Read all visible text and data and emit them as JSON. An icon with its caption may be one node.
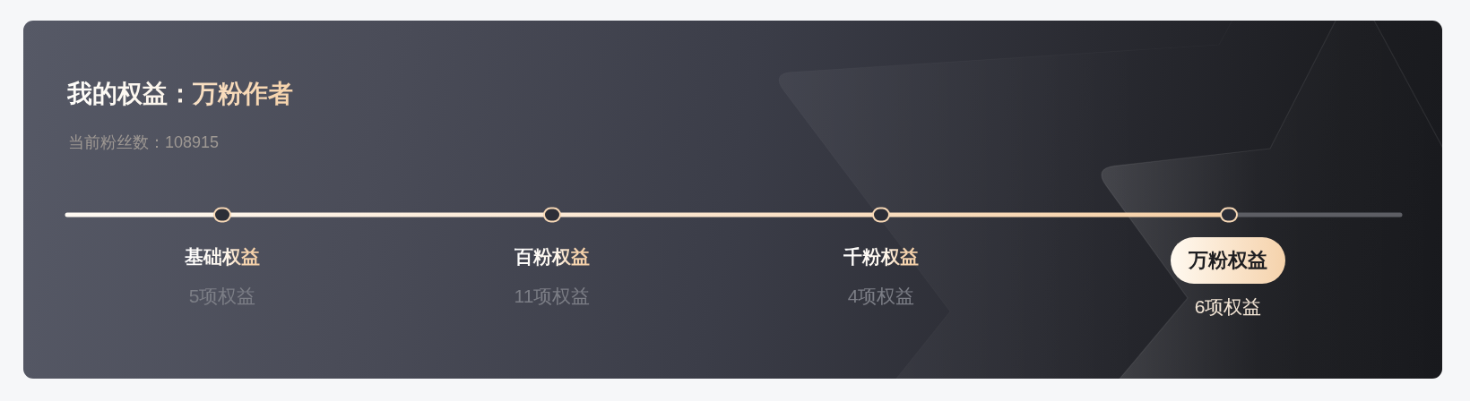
{
  "diagram": {
    "title": "我的权益：万粉作者",
    "nodes": [
      {
        "text": [],
        "shape": "circle",
        "beside": [
          "基础权益",
          "5项权益"
        ]
      },
      {
        "text": [],
        "shape": "circle",
        "beside": [
          "百粉权益",
          "11项权益"
        ]
      },
      {
        "text": [],
        "shape": "circle",
        "beside": [
          "千粉权益",
          "4项权益"
        ]
      },
      {
        "text": [],
        "shape": "circle"
      },
      {
        "text": [
          "万粉权益"
        ],
        "beside": [
          "6项权益"
        ]
      }
    ],
    "edges": [
      {
        "from": null,
        "to": 0,
        "arrow": "none"
      },
      {
        "from": 0,
        "to": 1,
        "arrow": "none"
      },
      {
        "from": 1,
        "to": 2,
        "arrow": "none"
      },
      {
        "from": 2,
        "to": 3,
        "arrow": "none"
      },
      {
        "from": 3,
        "to": null,
        "arrow": "none",
        "color": "#5d5e64"
      }
    ],
    "labels": [
      "当前粉丝数：108915"
    ]
  }
}
